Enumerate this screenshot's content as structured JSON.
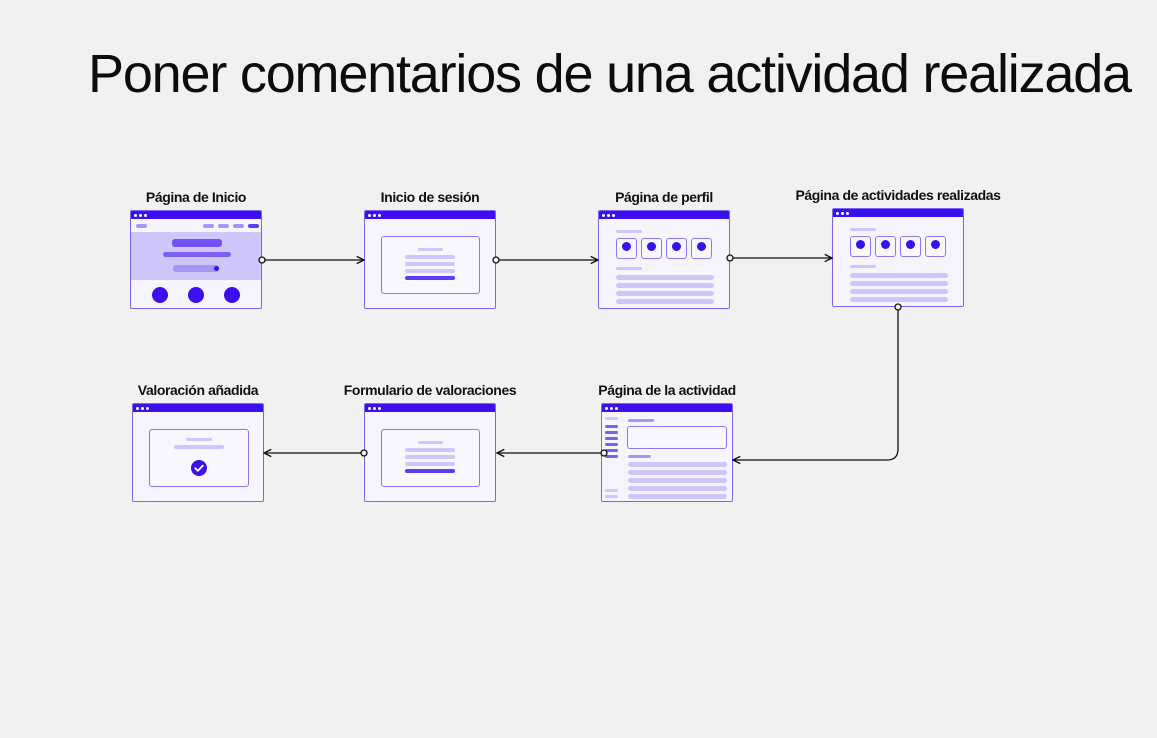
{
  "title": "Poner comentarios de una actividad realizada",
  "steps": [
    {
      "id": "inicio",
      "label": "Página de Inicio"
    },
    {
      "id": "sesion",
      "label": "Inicio de sesión"
    },
    {
      "id": "perfil",
      "label": "Página de perfil"
    },
    {
      "id": "realizadas",
      "label": "Página de actividades realizadas"
    },
    {
      "id": "actividad",
      "label": "Página de la actividad"
    },
    {
      "id": "formulario",
      "label": "Formulario de valoraciones"
    },
    {
      "id": "valoracion",
      "label": "Valoración añadida"
    }
  ],
  "flow": [
    "inicio",
    "sesion",
    "perfil",
    "realizadas",
    "actividad",
    "formulario",
    "valoracion"
  ],
  "colors": {
    "accent": "#3a10ee",
    "frame_border": "#7b66f0",
    "light_fill": "#cfc7fb",
    "background": "#f1f1f1"
  },
  "icons": {
    "confirmation": "check-circle-icon",
    "connector_start": "circle-node-icon",
    "connector_end": "arrow-head-icon"
  }
}
